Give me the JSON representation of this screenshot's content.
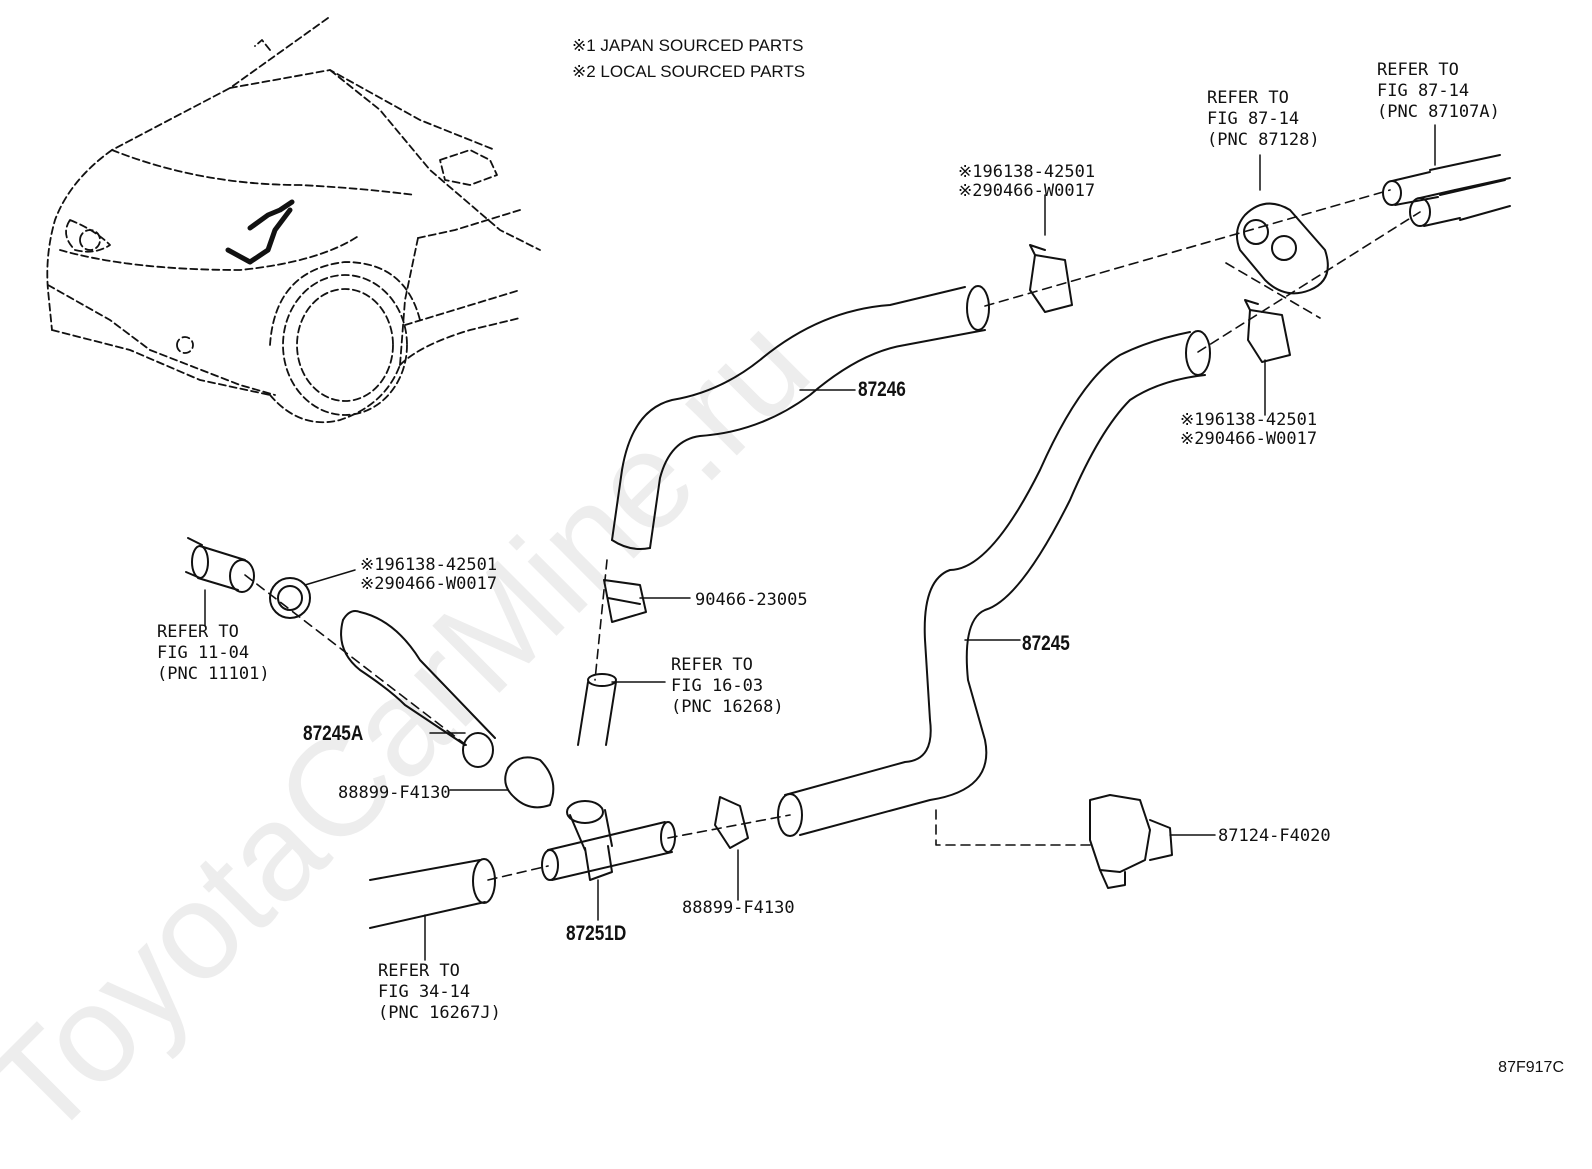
{
  "notes": {
    "n1": "※1 JAPAN SOURCED PARTS",
    "n2": "※2 LOCAL SOURCED PARTS"
  },
  "watermark": "ToyotaCarMine.ru",
  "figure_id": "87F917C",
  "parts": {
    "hose_87246": "87246",
    "hose_87245": "87245",
    "hose_87245A": "87245A",
    "pipe_87251D": "87251D",
    "clamp_90466_23005": "90466-23005",
    "clamp_88899_left": "88899-F4130",
    "clamp_88899_right": "88899-F4130",
    "valve_87124": "87124-F4020"
  },
  "clamp_refs": {
    "top_a": "※196138-42501",
    "top_b": "※290466-W0017",
    "right_a": "※196138-42501",
    "right_b": "※290466-W0017",
    "left_a": "※196138-42501",
    "left_b": "※290466-W0017"
  },
  "refs": {
    "r1": "REFER TO\nFIG 87-14\n(PNC 87128)",
    "r2": "REFER TO\nFIG 87-14\n(PNC 87107A)",
    "r3": "REFER TO\nFIG 11-04\n(PNC 11101)",
    "r4": "REFER TO\nFIG 16-03\n(PNC 16268)",
    "r5": "REFER TO\nFIG 34-14\n(PNC 16267J)"
  }
}
